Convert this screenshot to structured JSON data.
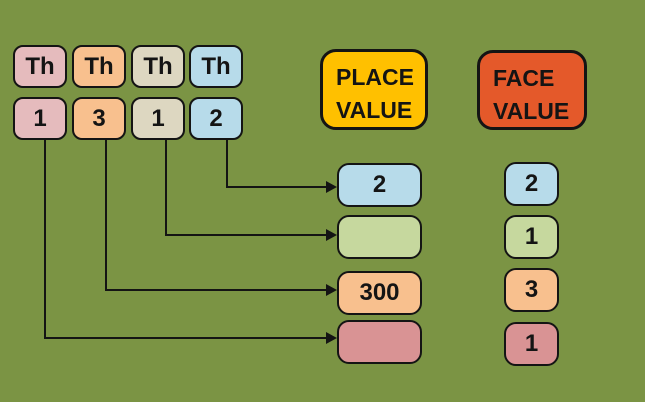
{
  "diagram": {
    "background_color": "#7b9444",
    "border_color": "#141414",
    "columns": [
      {
        "header": "Th",
        "digit": "1",
        "color": "#e5bbbd"
      },
      {
        "header": "Th",
        "digit": "3",
        "color": "#f8c08e"
      },
      {
        "header": "Th",
        "digit": "1",
        "color": "#ddd7c1"
      },
      {
        "header": "Th",
        "digit": "2",
        "color": "#b7dbea"
      }
    ],
    "place_value": {
      "title_line1": "PLACE",
      "title_line2": "VALUE",
      "heading_color": "#ffc000",
      "rows": [
        {
          "value": "2",
          "color": "#b7dbea"
        },
        {
          "value": "",
          "color": "#c6d89e"
        },
        {
          "value": "300",
          "color": "#f8c08e"
        },
        {
          "value": "",
          "color": "#d99394"
        }
      ]
    },
    "face_value": {
      "title_line1": "FACE",
      "title_line2": "VALUE",
      "heading_color": "#e4592a",
      "rows": [
        {
          "value": "2",
          "color": "#b7dbea"
        },
        {
          "value": "1",
          "color": "#c6d89e"
        },
        {
          "value": "3",
          "color": "#f8c08e"
        },
        {
          "value": "1",
          "color": "#d99394"
        }
      ]
    }
  }
}
